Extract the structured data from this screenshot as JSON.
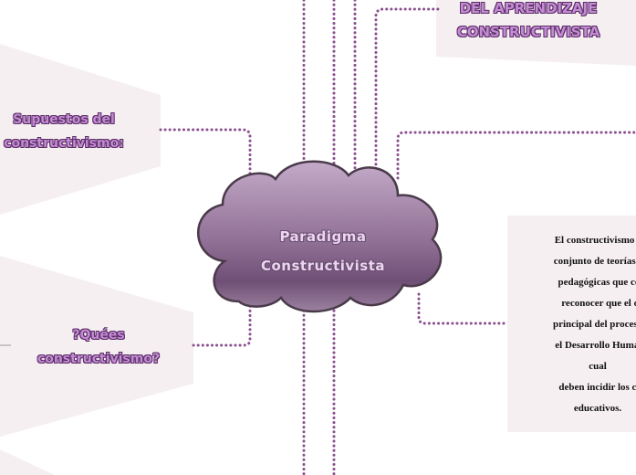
{
  "center": {
    "line1": "Paradigma",
    "line2": "Constructivista"
  },
  "top_right": {
    "line1": "DEL APRENDIZAJE",
    "line2": "CONSTRUCTIVISTA"
  },
  "left_upper": {
    "line1": "Supuestos del",
    "line2": "constructivismo:"
  },
  "left_lower": {
    "line1": "?Quées",
    "line2": "constructivismo?"
  },
  "right_text": {
    "lines": [
      "El constructivismo lo int",
      "conjunto de teorías psico",
      "pedagógicas que coinci",
      "reconocer que el obje",
      "principal del proceso edu",
      "el Desarrollo Humano, s",
      "cual",
      "deben incidir los conte",
      "educativos."
    ]
  },
  "colors": {
    "connector": "#8a4f8f",
    "cloud_fill_top": "#c2a8c8",
    "cloud_fill_bottom": "#7a5a80",
    "cloud_stroke": "#4a3a4a",
    "panel": "#f5eef0"
  }
}
